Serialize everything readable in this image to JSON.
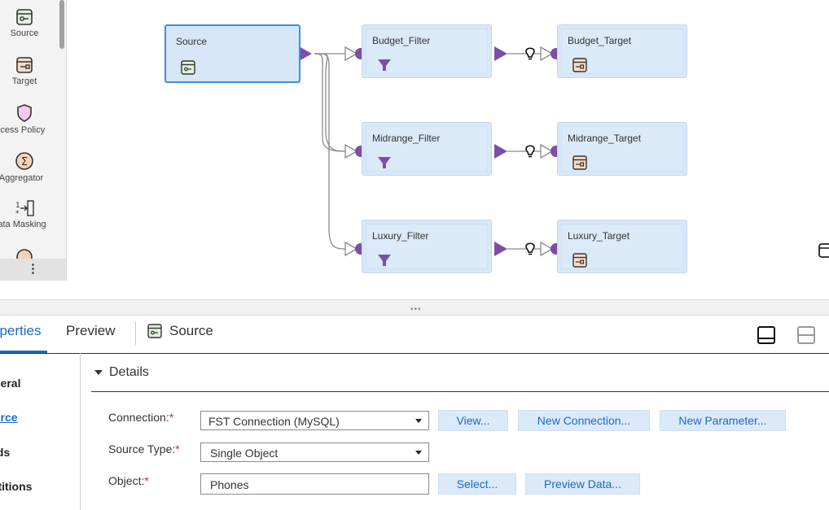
{
  "palette": {
    "items": [
      {
        "label": "Source",
        "icon": "source-icon"
      },
      {
        "label": "Target",
        "icon": "target-icon"
      },
      {
        "label": "ccess Policy",
        "icon": "access-policy-icon"
      },
      {
        "label": "Aggregator",
        "icon": "aggregator-icon"
      },
      {
        "label": "ata Masking",
        "icon": "data-masking-icon"
      }
    ],
    "more_label": "⋮"
  },
  "canvas": {
    "nodes": {
      "source": "Source",
      "budget_filter": "Budget_Filter",
      "budget_target": "Budget_Target",
      "midrange_filter": "Midrange_Filter",
      "midrange_target": "Midrange_Target",
      "luxury_filter": "Luxury_Filter",
      "luxury_target": "Luxury_Target"
    },
    "colors": {
      "port": "#7b4fa8",
      "link": "#8a8a8a",
      "node_bg": "#d8e8f8",
      "selected_border": "#3a8ee6",
      "filter_icon": "#7b4fa8"
    }
  },
  "splitter": {
    "grip": "•••"
  },
  "tabs": {
    "properties": "operties",
    "preview": "Preview",
    "object_title": "Source"
  },
  "propnav": {
    "items": [
      "neral",
      "urce",
      "lds",
      "rtitions"
    ],
    "active_index": 1
  },
  "details": {
    "title": "Details",
    "connection": {
      "label": "Connection:",
      "value": "FST Connection (MySQL)",
      "buttons": [
        "View...",
        "New Connection...",
        "New Parameter..."
      ]
    },
    "source_type": {
      "label": "Source Type:",
      "value": "Single Object"
    },
    "object": {
      "label": "Object:",
      "value": "Phones",
      "buttons": [
        "Select...",
        "Preview Data..."
      ]
    },
    "required_mark": "*"
  },
  "accent_color": "#1b6ac9"
}
